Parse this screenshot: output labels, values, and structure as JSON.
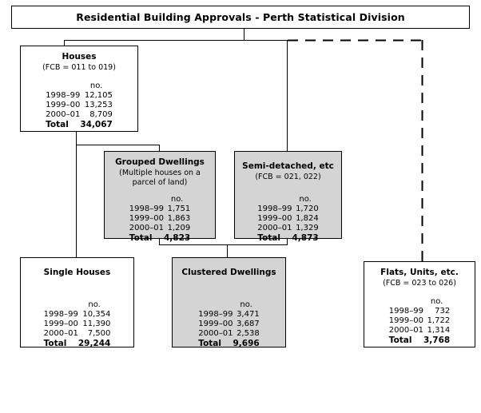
{
  "title": {
    "text": "Residential Building Approvals - Perth Statistical Division"
  },
  "labels": {
    "unit": "no.",
    "total": "Total",
    "years": [
      "1998–99",
      "1999–00",
      "2000–01"
    ]
  },
  "boxes": {
    "houses": {
      "heading": "Houses",
      "subheading": "(FCB = 011 to 019)",
      "unit": "no.",
      "rows": [
        {
          "year": "1998–99",
          "value": "12,105"
        },
        {
          "year": "1999–00",
          "value": "13,253"
        },
        {
          "year": "2000–01",
          "value": "8,709"
        }
      ],
      "total_label": "Total",
      "total_value": "34,067"
    },
    "grouped_dwellings": {
      "heading": "Grouped Dwellings",
      "subheading": "(Multiple houses on a parcel of land)",
      "unit": "no.",
      "rows": [
        {
          "year": "1998–99",
          "value": "1,751"
        },
        {
          "year": "1999–00",
          "value": "1,863"
        },
        {
          "year": "2000–01",
          "value": "1,209"
        }
      ],
      "total_label": "Total",
      "total_value": "4,823"
    },
    "semi_detached": {
      "heading": "Semi-detached, etc",
      "subheading": "(FCB = 021, 022)",
      "unit": "no.",
      "rows": [
        {
          "year": "1998–99",
          "value": "1,720"
        },
        {
          "year": "1999–00",
          "value": "1,824"
        },
        {
          "year": "2000–01",
          "value": "1,329"
        }
      ],
      "total_label": "Total",
      "total_value": "4,873"
    },
    "single_houses": {
      "heading": "Single Houses",
      "subheading": "",
      "unit": "no.",
      "rows": [
        {
          "year": "1998–99",
          "value": "10,354"
        },
        {
          "year": "1999–00",
          "value": "11,390"
        },
        {
          "year": "2000–01",
          "value": "7,500"
        }
      ],
      "total_label": "Total",
      "total_value": "29,244"
    },
    "clustered_dwellings": {
      "heading": "Clustered Dwellings",
      "subheading": "",
      "unit": "no.",
      "rows": [
        {
          "year": "1998–99",
          "value": "3,471"
        },
        {
          "year": "1999–00",
          "value": "3,687"
        },
        {
          "year": "2000–01",
          "value": "2,538"
        }
      ],
      "total_label": "Total",
      "total_value": "9,696"
    },
    "flats_units": {
      "heading": "Flats, Units, etc.",
      "subheading": "(FCB = 023 to 026)",
      "unit": "no.",
      "rows": [
        {
          "year": "1998–99",
          "value": "732"
        },
        {
          "year": "1999–00",
          "value": "1,722"
        },
        {
          "year": "2000–01",
          "value": "1,314"
        }
      ],
      "total_label": "Total",
      "total_value": "3,768"
    }
  },
  "colors": {
    "line": "#000000",
    "shaded_fill": "#d4d4d4",
    "plain_fill": "#ffffff",
    "page_background": "#ffffff"
  }
}
